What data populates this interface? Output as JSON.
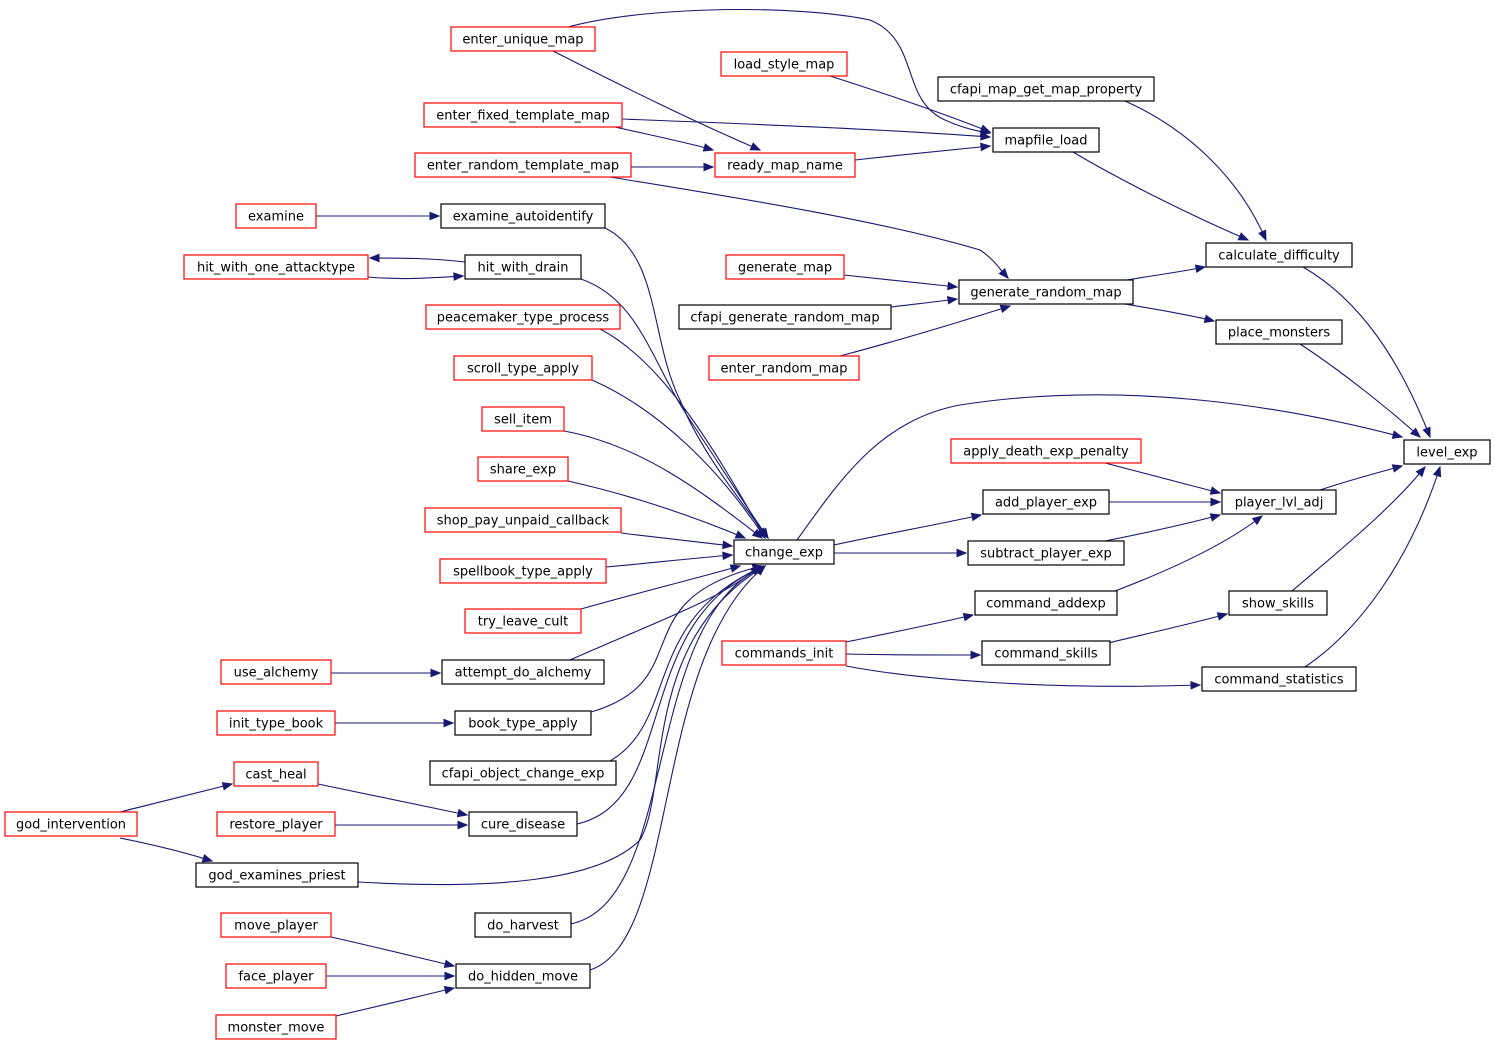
{
  "colors": {
    "edge": "#191970",
    "border_linked": "#000000",
    "border_truncated": "#ff0000",
    "root_fill": "#bfbfbf"
  },
  "nodes": [
    {
      "id": "level_exp",
      "label": "level_exp",
      "style": "root"
    },
    {
      "id": "calculate_difficulty",
      "label": "calculate_difficulty",
      "style": "black"
    },
    {
      "id": "place_monsters",
      "label": "place_monsters",
      "style": "black"
    },
    {
      "id": "player_lvl_adj",
      "label": "player_lvl_adj",
      "style": "black"
    },
    {
      "id": "show_skills",
      "label": "show_skills",
      "style": "black"
    },
    {
      "id": "command_statistics",
      "label": "command_statistics",
      "style": "black"
    },
    {
      "id": "cfapi_map_get_map_property",
      "label": "cfapi_map_get_map_property",
      "style": "black"
    },
    {
      "id": "mapfile_load",
      "label": "mapfile_load",
      "style": "black"
    },
    {
      "id": "generate_random_map",
      "label": "generate_random_map",
      "style": "black"
    },
    {
      "id": "apply_death_exp_penalty",
      "label": "apply_death_exp_penalty",
      "style": "red"
    },
    {
      "id": "add_player_exp",
      "label": "add_player_exp",
      "style": "black"
    },
    {
      "id": "subtract_player_exp",
      "label": "subtract_player_exp",
      "style": "black"
    },
    {
      "id": "command_addexp",
      "label": "command_addexp",
      "style": "black"
    },
    {
      "id": "command_skills",
      "label": "command_skills",
      "style": "black"
    },
    {
      "id": "enter_unique_map",
      "label": "enter_unique_map",
      "style": "red"
    },
    {
      "id": "load_style_map",
      "label": "load_style_map",
      "style": "red"
    },
    {
      "id": "enter_fixed_template_map",
      "label": "enter_fixed_template_map",
      "style": "red"
    },
    {
      "id": "enter_random_template_map",
      "label": "enter_random_template_map",
      "style": "red"
    },
    {
      "id": "ready_map_name",
      "label": "ready_map_name",
      "style": "red"
    },
    {
      "id": "generate_map",
      "label": "generate_map",
      "style": "red"
    },
    {
      "id": "cfapi_generate_random_map",
      "label": "cfapi_generate_random_map",
      "style": "black"
    },
    {
      "id": "enter_random_map",
      "label": "enter_random_map",
      "style": "red"
    },
    {
      "id": "change_exp",
      "label": "change_exp",
      "style": "black"
    },
    {
      "id": "commands_init",
      "label": "commands_init",
      "style": "red"
    },
    {
      "id": "examine",
      "label": "examine",
      "style": "red"
    },
    {
      "id": "examine_autoidentify",
      "label": "examine_autoidentify",
      "style": "black"
    },
    {
      "id": "hit_with_one_attacktype",
      "label": "hit_with_one_attacktype",
      "style": "red"
    },
    {
      "id": "hit_with_drain",
      "label": "hit_with_drain",
      "style": "black"
    },
    {
      "id": "peacemaker_type_process",
      "label": "peacemaker_type_process",
      "style": "red"
    },
    {
      "id": "scroll_type_apply",
      "label": "scroll_type_apply",
      "style": "red"
    },
    {
      "id": "sell_item",
      "label": "sell_item",
      "style": "red"
    },
    {
      "id": "share_exp",
      "label": "share_exp",
      "style": "red"
    },
    {
      "id": "shop_pay_unpaid_callback",
      "label": "shop_pay_unpaid_callback",
      "style": "red"
    },
    {
      "id": "spellbook_type_apply",
      "label": "spellbook_type_apply",
      "style": "red"
    },
    {
      "id": "try_leave_cult",
      "label": "try_leave_cult",
      "style": "red"
    },
    {
      "id": "use_alchemy",
      "label": "use_alchemy",
      "style": "red"
    },
    {
      "id": "attempt_do_alchemy",
      "label": "attempt_do_alchemy",
      "style": "black"
    },
    {
      "id": "init_type_book",
      "label": "init_type_book",
      "style": "red"
    },
    {
      "id": "book_type_apply",
      "label": "book_type_apply",
      "style": "black"
    },
    {
      "id": "cfapi_object_change_exp",
      "label": "cfapi_object_change_exp",
      "style": "black"
    },
    {
      "id": "cast_heal",
      "label": "cast_heal",
      "style": "red"
    },
    {
      "id": "god_intervention",
      "label": "god_intervention",
      "style": "red"
    },
    {
      "id": "restore_player",
      "label": "restore_player",
      "style": "red"
    },
    {
      "id": "cure_disease",
      "label": "cure_disease",
      "style": "black"
    },
    {
      "id": "god_examines_priest",
      "label": "god_examines_priest",
      "style": "black"
    },
    {
      "id": "do_harvest",
      "label": "do_harvest",
      "style": "black"
    },
    {
      "id": "move_player",
      "label": "move_player",
      "style": "red"
    },
    {
      "id": "face_player",
      "label": "face_player",
      "style": "red"
    },
    {
      "id": "monster_move",
      "label": "monster_move",
      "style": "red"
    },
    {
      "id": "do_hidden_move",
      "label": "do_hidden_move",
      "style": "black"
    }
  ],
  "edges": [
    {
      "from": "calculate_difficulty",
      "to": "level_exp"
    },
    {
      "from": "place_monsters",
      "to": "level_exp"
    },
    {
      "from": "change_exp",
      "to": "level_exp"
    },
    {
      "from": "player_lvl_adj",
      "to": "level_exp"
    },
    {
      "from": "show_skills",
      "to": "level_exp"
    },
    {
      "from": "command_statistics",
      "to": "level_exp"
    },
    {
      "from": "cfapi_map_get_map_property",
      "to": "calculate_difficulty"
    },
    {
      "from": "mapfile_load",
      "to": "calculate_difficulty"
    },
    {
      "from": "generate_random_map",
      "to": "calculate_difficulty"
    },
    {
      "from": "generate_random_map",
      "to": "place_monsters"
    },
    {
      "from": "enter_unique_map",
      "to": "mapfile_load"
    },
    {
      "from": "load_style_map",
      "to": "mapfile_load"
    },
    {
      "from": "enter_fixed_template_map",
      "to": "mapfile_load"
    },
    {
      "from": "ready_map_name",
      "to": "mapfile_load"
    },
    {
      "from": "enter_unique_map",
      "to": "ready_map_name"
    },
    {
      "from": "enter_fixed_template_map",
      "to": "ready_map_name"
    },
    {
      "from": "enter_random_template_map",
      "to": "ready_map_name"
    },
    {
      "from": "enter_random_template_map",
      "to": "generate_random_map"
    },
    {
      "from": "generate_map",
      "to": "generate_random_map"
    },
    {
      "from": "cfapi_generate_random_map",
      "to": "generate_random_map"
    },
    {
      "from": "enter_random_map",
      "to": "generate_random_map"
    },
    {
      "from": "apply_death_exp_penalty",
      "to": "player_lvl_adj"
    },
    {
      "from": "add_player_exp",
      "to": "player_lvl_adj"
    },
    {
      "from": "subtract_player_exp",
      "to": "player_lvl_adj"
    },
    {
      "from": "command_addexp",
      "to": "player_lvl_adj"
    },
    {
      "from": "change_exp",
      "to": "add_player_exp"
    },
    {
      "from": "change_exp",
      "to": "subtract_player_exp"
    },
    {
      "from": "commands_init",
      "to": "command_addexp"
    },
    {
      "from": "commands_init",
      "to": "command_skills"
    },
    {
      "from": "commands_init",
      "to": "command_statistics"
    },
    {
      "from": "command_skills",
      "to": "show_skills"
    },
    {
      "from": "examine",
      "to": "examine_autoidentify"
    },
    {
      "from": "hit_with_drain",
      "to": "hit_with_one_attacktype"
    },
    {
      "from": "hit_with_one_attacktype",
      "to": "hit_with_drain"
    },
    {
      "from": "use_alchemy",
      "to": "attempt_do_alchemy"
    },
    {
      "from": "init_type_book",
      "to": "book_type_apply"
    },
    {
      "from": "cast_heal",
      "to": "cure_disease"
    },
    {
      "from": "restore_player",
      "to": "cure_disease"
    },
    {
      "from": "god_intervention",
      "to": "cast_heal"
    },
    {
      "from": "god_intervention",
      "to": "god_examines_priest"
    },
    {
      "from": "move_player",
      "to": "do_hidden_move"
    },
    {
      "from": "face_player",
      "to": "do_hidden_move"
    },
    {
      "from": "monster_move",
      "to": "do_hidden_move"
    },
    {
      "from": "examine_autoidentify",
      "to": "change_exp"
    },
    {
      "from": "hit_with_drain",
      "to": "change_exp"
    },
    {
      "from": "peacemaker_type_process",
      "to": "change_exp"
    },
    {
      "from": "scroll_type_apply",
      "to": "change_exp"
    },
    {
      "from": "sell_item",
      "to": "change_exp"
    },
    {
      "from": "share_exp",
      "to": "change_exp"
    },
    {
      "from": "shop_pay_unpaid_callback",
      "to": "change_exp"
    },
    {
      "from": "spellbook_type_apply",
      "to": "change_exp"
    },
    {
      "from": "try_leave_cult",
      "to": "change_exp"
    },
    {
      "from": "attempt_do_alchemy",
      "to": "change_exp"
    },
    {
      "from": "book_type_apply",
      "to": "change_exp"
    },
    {
      "from": "cfapi_object_change_exp",
      "to": "change_exp"
    },
    {
      "from": "cure_disease",
      "to": "change_exp"
    },
    {
      "from": "god_examines_priest",
      "to": "change_exp"
    },
    {
      "from": "do_harvest",
      "to": "change_exp"
    },
    {
      "from": "do_hidden_move",
      "to": "change_exp"
    }
  ]
}
